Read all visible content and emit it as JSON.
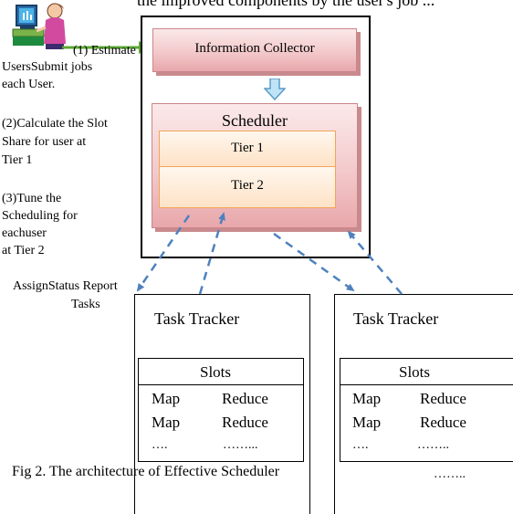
{
  "header_text": "the improved components by the user's job ...",
  "user_steps": {
    "step1": "(1) Estimate",
    "users_submit": "UsersSubmit jobs",
    "each_user": "each  User.",
    "step2_a": "(2)Calculate the Slot",
    "step2_b": "Share for user at",
    "step2_c": "Tier 1",
    "step3_a": "(3)Tune the",
    "step3_b": "Scheduling for",
    "step3_c": "eachuser",
    "step3_d": "at Tier 2",
    "assign": "AssignStatus Report",
    "tasks": "Tasks"
  },
  "info_collector": "Information Collector",
  "scheduler": {
    "title": "Scheduler",
    "tier1": "Tier 1",
    "tier2": "Tier 2"
  },
  "tracker_left": {
    "title": "Task Tracker",
    "slots": "Slots",
    "row1_map": "Map",
    "row1_reduce": "Reduce",
    "row2_map": "Map",
    "row2_reduce": "Reduce",
    "dots_a": "….",
    "dots_b": "……..."
  },
  "tracker_right": {
    "title": "Task Tracker",
    "slots": "Slots",
    "row1_map": "Map",
    "row1_reduce": "Reduce",
    "row2_map": "Map",
    "row2_reduce": "Reduce",
    "dots_a": "….",
    "dots_b": "…….."
  },
  "stray_dots": "……..",
  "caption": "Fig 2. The architecture of Effective Scheduler",
  "colors": {
    "arrow_blue": "#4f81bd",
    "green_arrow": "#5aa832",
    "pink_border": "#c9868a",
    "orange_border": "#f0a55a"
  }
}
